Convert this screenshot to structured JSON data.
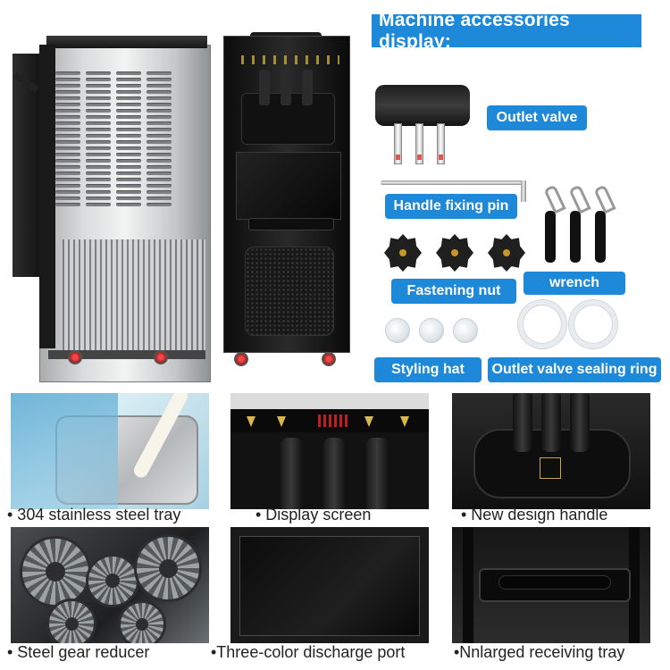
{
  "accessories": {
    "title": "Machine accessories display:",
    "items": {
      "outlet_valve": "Outlet valve",
      "handle_fixing_pin": "Handle fixing pin",
      "fastening_nut": "Fastening nut",
      "wrench": "wrench",
      "styling_hat": "Styling hat",
      "outlet_valve_sealing_ring": "Outlet valve sealing ring"
    }
  },
  "features": [
    {
      "caption": "• 304 stainless steel tray"
    },
    {
      "caption": "• Display screen"
    },
    {
      "caption": "• New design handle"
    },
    {
      "caption": "• Steel gear reducer"
    },
    {
      "caption": "•Three-color discharge port"
    },
    {
      "caption": "•Nnlarged receiving tray"
    }
  ],
  "colors": {
    "label_blue": "#1e88d9",
    "background": "#ffffff"
  }
}
